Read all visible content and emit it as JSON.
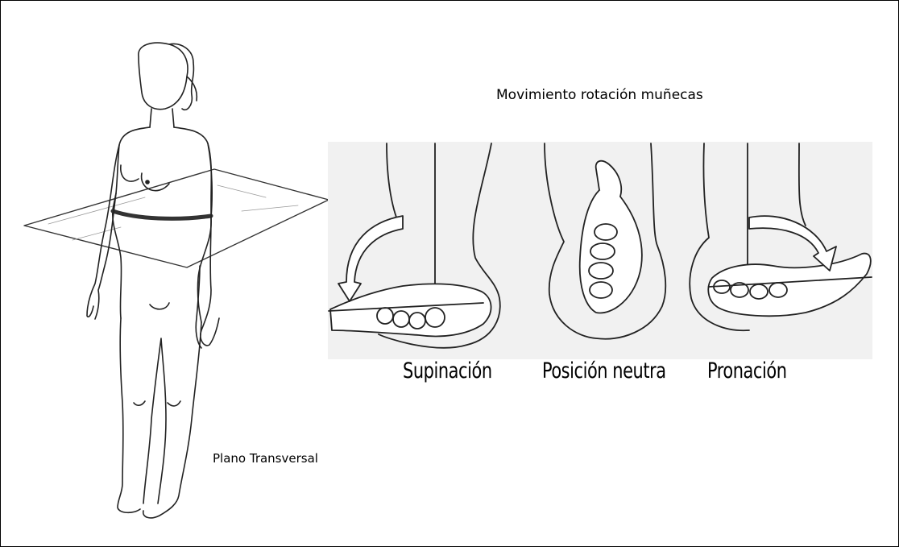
{
  "title": "Movimiento rotación muñecas",
  "body_figure": {
    "label": "Plano Transversal"
  },
  "hand_positions": [
    {
      "label": "Supinación"
    },
    {
      "label": "Posición neutra"
    },
    {
      "label": "Pronación"
    }
  ]
}
